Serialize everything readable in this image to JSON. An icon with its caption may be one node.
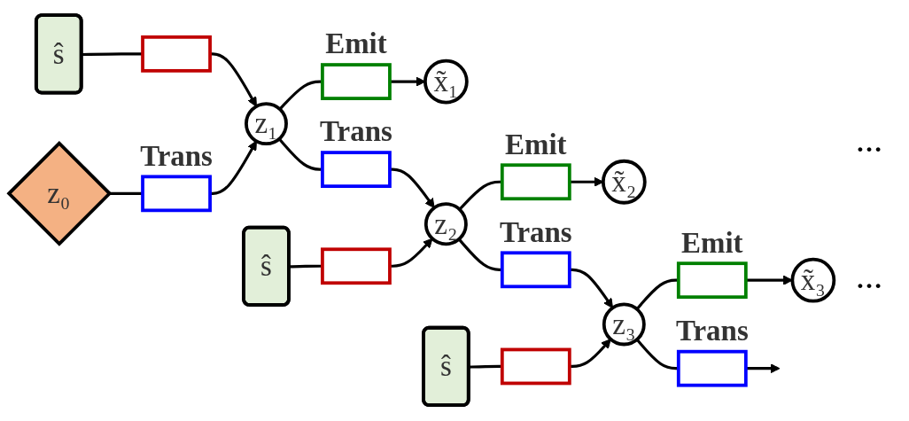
{
  "diagram": {
    "nodes": [
      {
        "text": [
          "z₀"
        ]
      },
      {
        "text": [],
        "shape": "box",
        "beside": [
          "Trans"
        ]
      },
      {
        "text": [
          "z₁"
        ]
      },
      {
        "text": [],
        "shape": "box",
        "beside": [
          "Trans"
        ]
      },
      {
        "text": [
          "z₂"
        ]
      },
      {
        "text": [],
        "shape": "box",
        "beside": [
          "Trans"
        ]
      },
      {
        "text": [
          "z₃"
        ]
      },
      {
        "text": [],
        "shape": "box",
        "beside": [
          "Trans"
        ]
      },
      {
        "text": [
          "ŝ"
        ]
      },
      {
        "text": [],
        "shape": "box"
      },
      {
        "text": [],
        "shape": "box",
        "beside": [
          "Emit"
        ]
      },
      {
        "text": [
          "x̃₁"
        ]
      },
      {
        "text": [
          "ŝ"
        ]
      },
      {
        "text": [],
        "shape": "box"
      },
      {
        "text": [],
        "shape": "box",
        "beside": [
          "Emit"
        ]
      },
      {
        "text": [
          "x̃₂"
        ]
      },
      {
        "text": [
          "ŝ"
        ]
      },
      {
        "text": [],
        "shape": "box"
      },
      {
        "text": [],
        "shape": "box",
        "beside": [
          "Emit"
        ]
      },
      {
        "text": [
          "x̃₃"
        ]
      }
    ],
    "edges": [
      {
        "from": 0,
        "to": 1,
        "arrow": "none"
      },
      {
        "from": 1,
        "to": 2,
        "arrow": "to"
      },
      {
        "from": 2,
        "to": 3,
        "arrow": "none"
      },
      {
        "from": 3,
        "to": 4,
        "arrow": "to"
      },
      {
        "from": 4,
        "to": 5,
        "arrow": "none"
      },
      {
        "from": 5,
        "to": 6,
        "arrow": "to"
      },
      {
        "from": 6,
        "to": 7,
        "arrow": "none"
      },
      {
        "from": 7,
        "to": null,
        "arrow": "to"
      },
      {
        "from": 8,
        "to": 9,
        "arrow": "none"
      },
      {
        "from": 9,
        "to": 2,
        "arrow": "to"
      },
      {
        "from": 2,
        "to": 10,
        "arrow": "none"
      },
      {
        "from": 10,
        "to": 11,
        "arrow": "to"
      },
      {
        "from": 12,
        "to": 13,
        "arrow": "none"
      },
      {
        "from": 13,
        "to": 4,
        "arrow": "to"
      },
      {
        "from": 4,
        "to": 14,
        "arrow": "none"
      },
      {
        "from": 14,
        "to": 15,
        "arrow": "to"
      },
      {
        "from": 16,
        "to": 17,
        "arrow": "none"
      },
      {
        "from": 17,
        "to": 6,
        "arrow": "to"
      },
      {
        "from": 6,
        "to": 18,
        "arrow": "none"
      },
      {
        "from": 18,
        "to": 19,
        "arrow": "to"
      }
    ],
    "labels": [
      "…",
      "…"
    ]
  }
}
